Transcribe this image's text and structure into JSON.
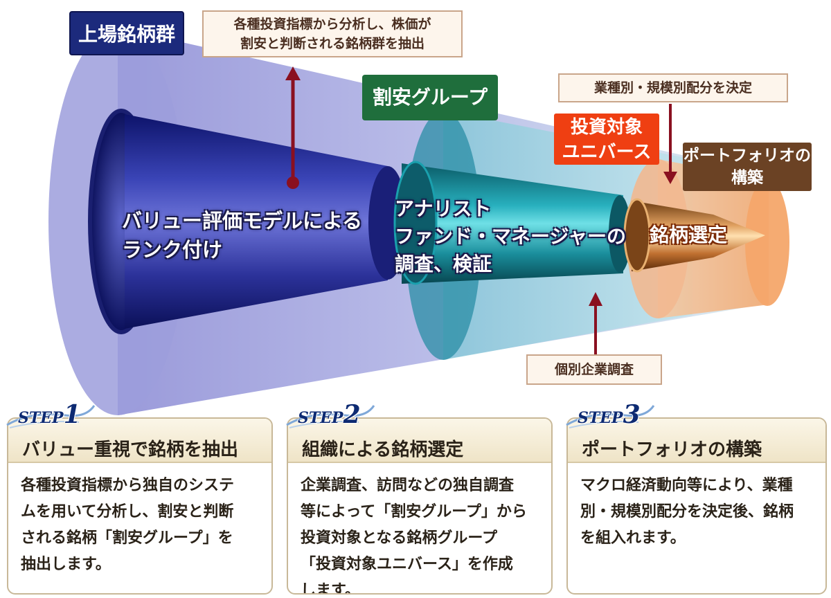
{
  "labels": {
    "listed": "上場銘柄群",
    "cheap_group": "割安グループ",
    "universe_line1": "投資対象",
    "universe_line2": "ユニバース",
    "portfolio_line1": "ポートフォリオの",
    "portfolio_line2": "構築"
  },
  "notes": {
    "top_line1": "各種投資指標から分析し、株価が",
    "top_line2": "割安と判断される銘柄群を抽出",
    "allocation": "業種別・規模別配分を決定",
    "research": "個別企業調査"
  },
  "inner": {
    "value_line1": "バリュー評価モデルによる",
    "value_line2": "ランク付け",
    "analyst_line1": "アナリスト",
    "analyst_line2": "ファンド・マネージャーの",
    "analyst_line3": "調査、検証",
    "selection": "銘柄選定"
  },
  "steps": [
    {
      "badge": "STEP",
      "number": "1",
      "title": "バリュー重視で銘柄を抽出",
      "lines": [
        "各種投資指標から独自のシステ",
        "ムを用いて分析し、割安と判断",
        "される銘柄「割安グループ」を",
        "抽出します。"
      ]
    },
    {
      "badge": "STEP",
      "number": "2",
      "title": "組織による銘柄選定",
      "lines": [
        "企業調査、訪問などの独自調査",
        "等によって「割安グループ」から",
        "投資対象となる銘柄グループ",
        "「投資対象ユニバース」を作成",
        "します。"
      ]
    },
    {
      "badge": "STEP",
      "number": "3",
      "title": "ポートフォリオの構築",
      "lines": [
        "マクロ経済動向等により、業種",
        "別・規模別配分を決定後、銘柄",
        "を組入れます。"
      ]
    }
  ],
  "colors": {
    "listed_box": "#1c2a7c",
    "cheap_box": "#1f6e3c",
    "universe_box": "#ef3f12",
    "portfolio_box": "#6b4224",
    "arrow": "#8a1020"
  }
}
